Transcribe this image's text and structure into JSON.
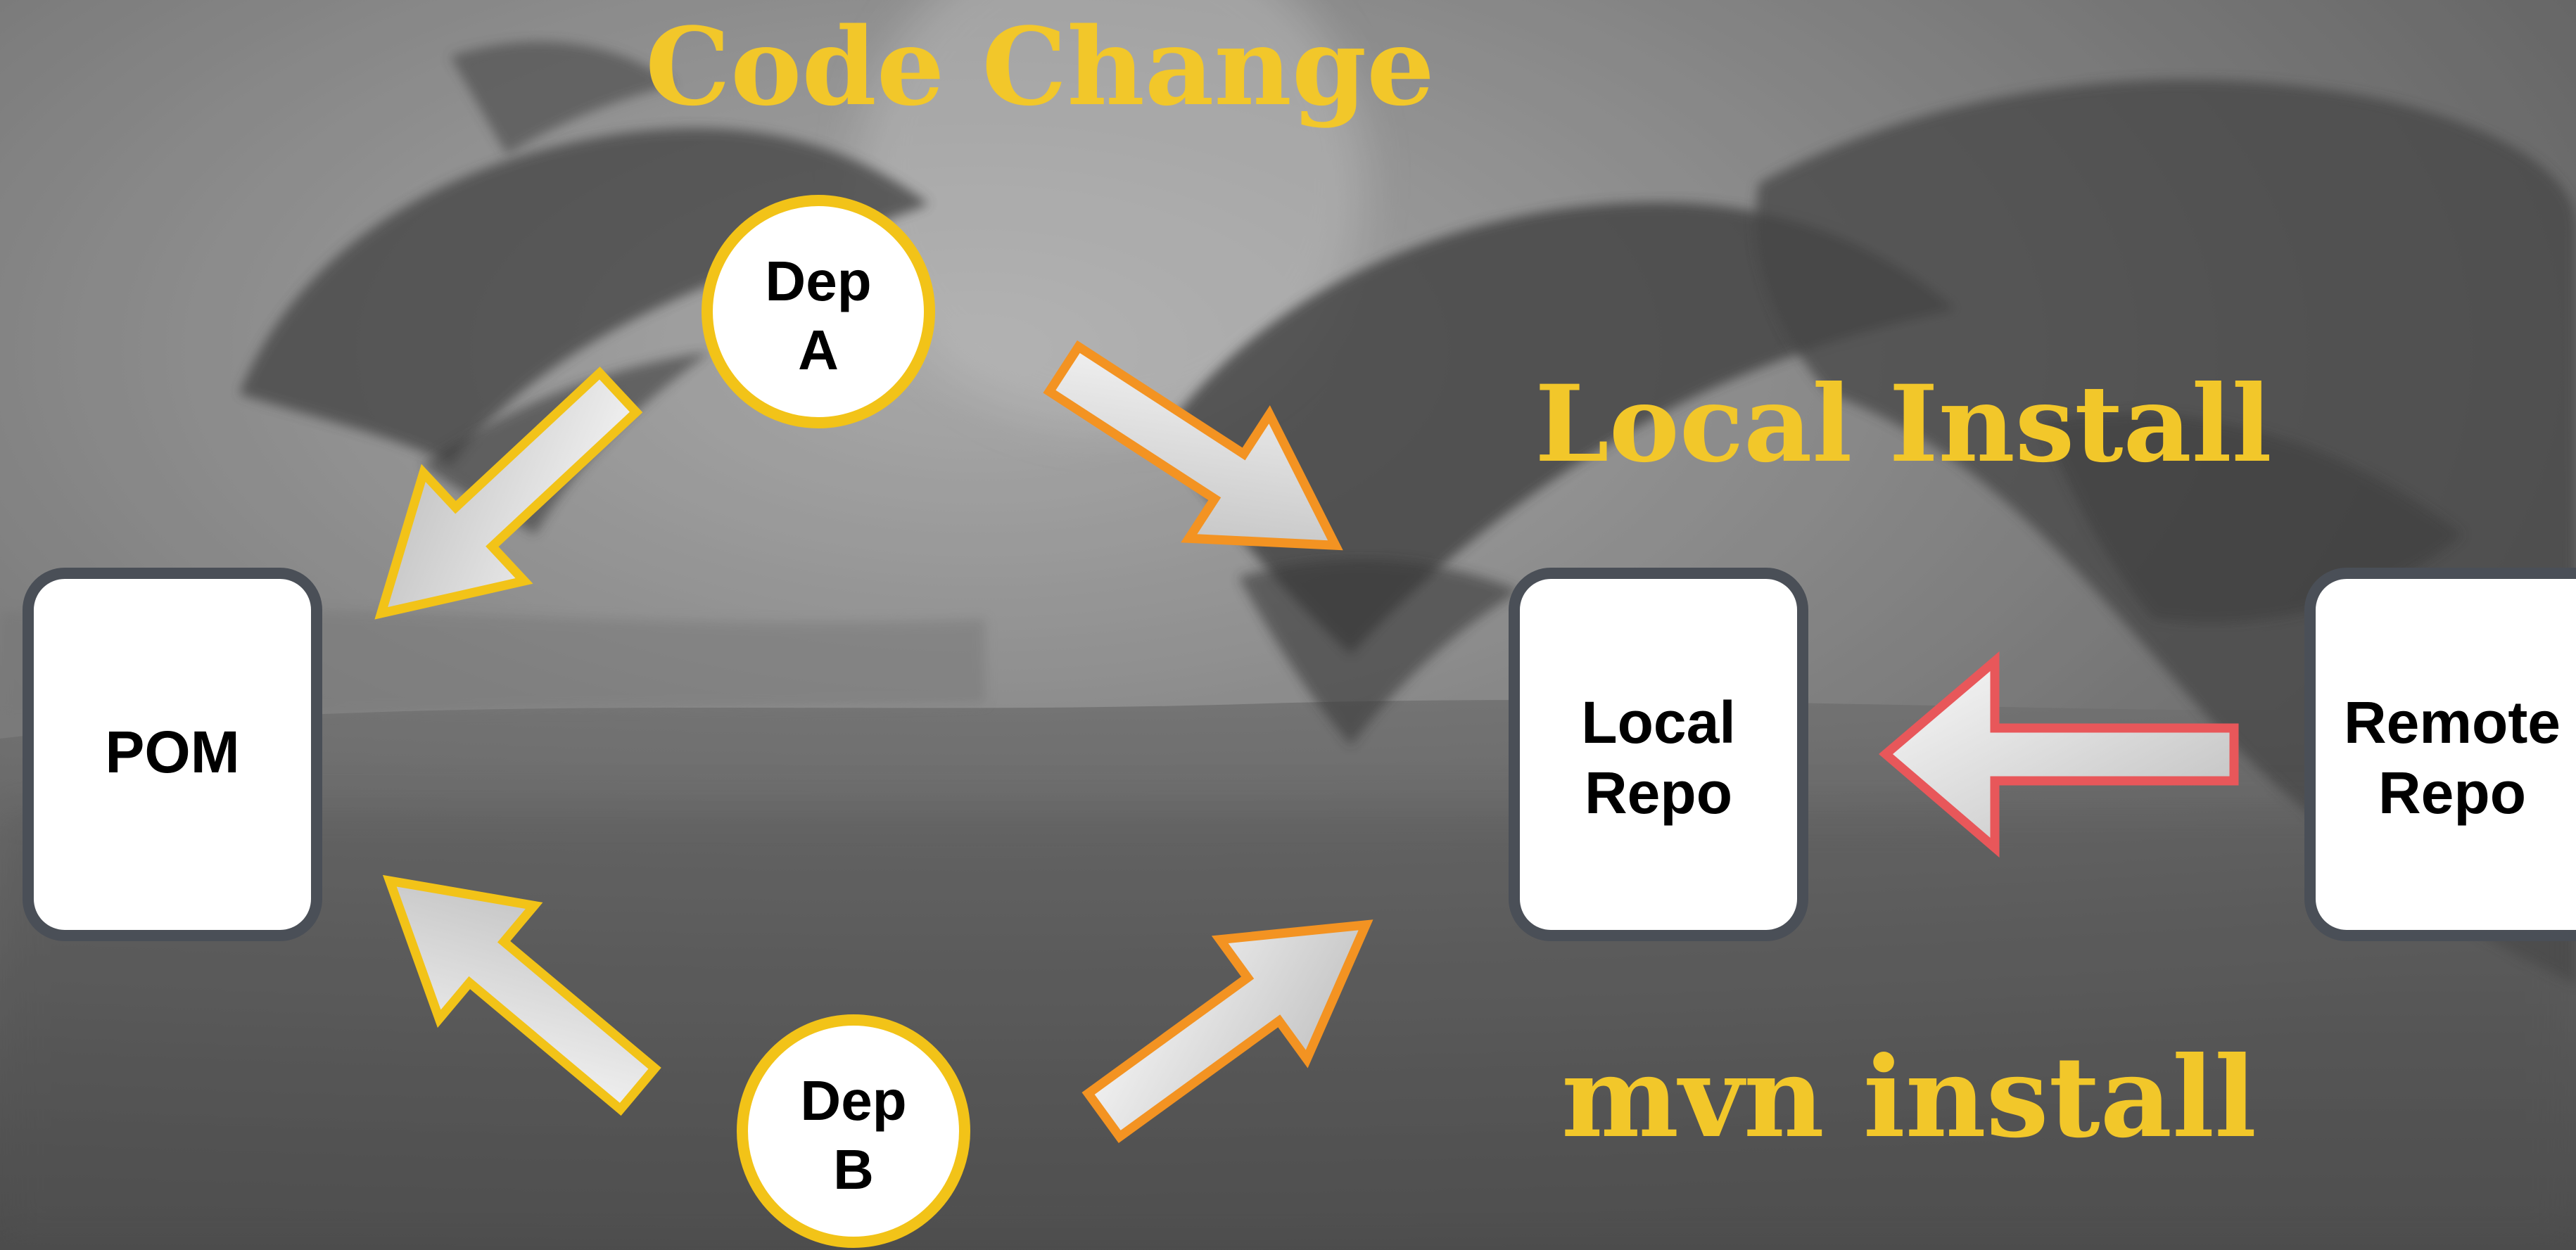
{
  "headings": {
    "code_change": "Code Change",
    "local_install": "Local Install",
    "mvn_install": "mvn install"
  },
  "nodes": {
    "pom": "POM",
    "local_repo": {
      "line1": "Local",
      "line2": "Repo"
    },
    "remote_repo": {
      "line1": "Remote",
      "line2": "Repo"
    },
    "dep_a": {
      "line1": "Dep",
      "line2": "A"
    },
    "dep_b": {
      "line1": "Dep",
      "line2": "B"
    }
  },
  "edges": [
    {
      "from": "Dep A",
      "to": "POM",
      "color": "#f2c318"
    },
    {
      "from": "Dep B",
      "to": "POM",
      "color": "#f2c318"
    },
    {
      "from": "Dep A",
      "to": "Local Repo",
      "color": "#f39322"
    },
    {
      "from": "Dep B",
      "to": "Local Repo",
      "color": "#f39322"
    },
    {
      "from": "Remote Repo",
      "to": "Local Repo",
      "color": "#e8575a"
    }
  ],
  "colors": {
    "heading": "#f2c72a",
    "dep_ring": "#f2c318",
    "arrow_fill_light": "#f7f7f7",
    "arrow_fill_dark": "#bdbdbd",
    "box_border": "#4a4f57",
    "text": "#000000"
  }
}
